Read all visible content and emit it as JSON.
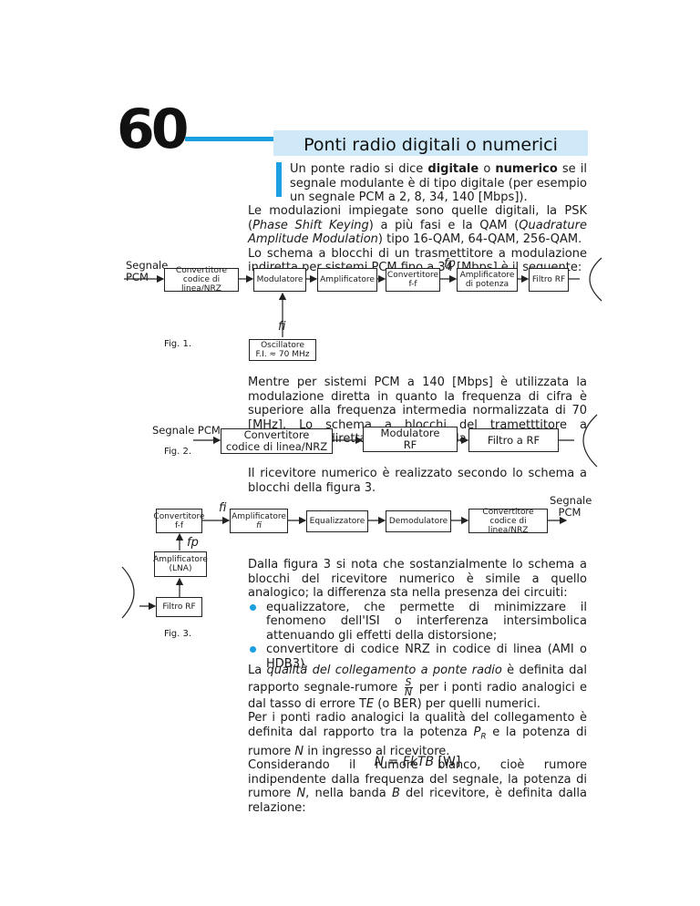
{
  "header": {
    "chapter_number": "60",
    "chapter_title": "Ponti radio digitali o numerici"
  },
  "intro": {
    "p1_a": "Un ponte radio si dice ",
    "p1_b": "digitale",
    "p1_c": " o ",
    "p1_d": "numerico",
    "p1_e": " se il segnale modulante è di tipo digitale (per esempio un segnale PCM a 2, 8, 34, 140 [Mbps]).",
    "p2_a": "Le modulazioni impiegate sono quelle digitali, la PSK (",
    "p2_b": "Phase Shift Keying",
    "p2_c": ") a più fasi e la QAM (",
    "p2_d": "Quadrature Amplitude Modulation",
    "p2_e": ") tipo 16-QAM, 64-QAM, 256-QAM.",
    "p3": "Lo schema a blocchi di un trasmettitore a modulazione indiretta per sistemi PCM fino a 34 [Mbps] è il seguente:"
  },
  "fig1": {
    "caption": "Fig. 1.",
    "input_line1": "Segnale",
    "input_line2": "PCM",
    "b1_l1": "Convertitore",
    "b1_l2": "codice di linea/NRZ",
    "b2": "Modulatore",
    "b3": "Amplificatore",
    "b4_l1": "Convertitore",
    "b4_l2": "f-f",
    "b5_l1": "Amplificatore",
    "b5_l2": "di potenza",
    "b6": "Filtro RF",
    "osc_l1": "Oscillatore",
    "osc_l2": "F.I. ≈ 70 MHz",
    "fi_label": "fi",
    "fp_label": "fp"
  },
  "middle": {
    "p4": "Mentre per sistemi PCM a 140 [Mbps] è utilizzata la modulazione diretta in quanto la frequenza di cifra è superiore alla frequenza intermedia normalizzata di 70 [MHz]. Lo schema a blocchi del trametttitore a modulazione diretta è illustrato nella figura 2."
  },
  "fig2": {
    "caption": "Fig. 2.",
    "input": "Segnale PCM",
    "b1_l1": "Convertitore",
    "b1_l2": "codice di linea/NRZ",
    "b2_l1": "Modulatore",
    "b2_l2": "RF",
    "b3": "Filtro a RF"
  },
  "receiver": {
    "p5": "Il ricevitore numerico è realizzato secondo lo schema a blocchi della figura 3."
  },
  "fig3": {
    "caption": "Fig. 3.",
    "filtro": "Filtro RF",
    "lna_l1": "Amplificatore",
    "lna_l2": "(LNA)",
    "conv_l1": "Convertitore",
    "conv_l2": "f-f",
    "amp_l1": "Amplificatore",
    "amp_l2": "fi",
    "eq": "Equalizzatore",
    "demod": "Demodulatore",
    "out_conv_l1": "Convertitore",
    "out_conv_l2": "codice di linea/NRZ",
    "output_l1": "Segnale",
    "output_l2": "PCM",
    "fi_label": "fi",
    "fp_label": "fp"
  },
  "analysis": {
    "p6": "Dalla figura 3 si nota che sostanzialmente lo schema a blocchi del ricevitore numerico è simile a quello analogico; la differenza sta nella presenza dei circuiti:",
    "bullet1": "equalizzatore, che permette di minimizzare il fenomeno dell'ISI o interferenza intersimbolica attenuando gli effetti della distorsione;",
    "bullet2": "convertitore di codice NRZ in codice di linea (AMI o HDB3)."
  },
  "quality": {
    "p7_a": "La ",
    "p7_b": "qualità del collegamento a ponte radio",
    "p7_c": " è definita dal rapporto segnale-rumore ",
    "frac_num": "S",
    "frac_den": "N",
    "p7_d": " per i ponti radio analogici e dal tasso di errore T",
    "p7_e": "E",
    "p7_f": " (o BER) per quelli numerici.",
    "p8_a": "Per i ponti radio analogici la qualità del collegamento è definita dal rapporto tra la potenza ",
    "p8_b": "P",
    "p8_c": "R",
    "p8_d": " e la potenza di rumore ",
    "p8_e": "N",
    "p8_f": " in ingresso al ricevitore.",
    "p9_a": "Considerando il rumore bianco, cioè rumore indipendente dalla frequenza del segnale, la potenza di rumore ",
    "p9_b": "N",
    "p9_c": ", nella banda ",
    "p9_d": "B",
    "p9_e": " del ricevitore, è definita dalla relazione:",
    "formula": "N = FkTB",
    "formula_unit": " [W]"
  }
}
